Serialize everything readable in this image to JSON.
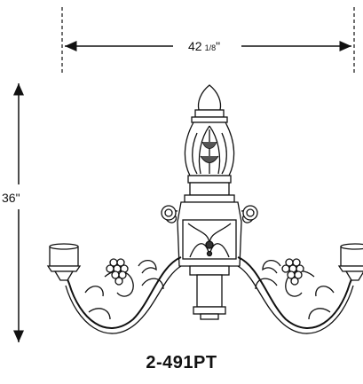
{
  "dimensions": {
    "width_whole": "42",
    "width_fraction": "1/8",
    "width_unit": "\"",
    "height": "36\""
  },
  "model": {
    "name": "2-491PT"
  }
}
